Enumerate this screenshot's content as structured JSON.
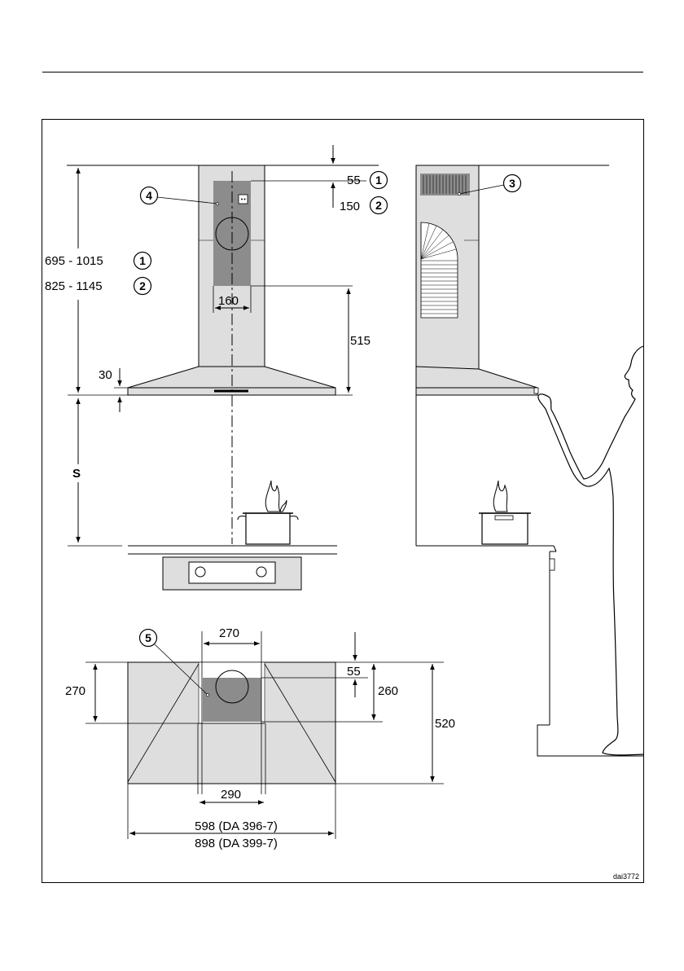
{
  "front_view": {
    "height_range_1": "695 - 1015",
    "height_range_2": "825 - 1145",
    "width_160": "160",
    "height_515": "515",
    "thickness_30": "30",
    "offset_55": "55",
    "offset_150": "150",
    "safety_distance": "S"
  },
  "side_view": {},
  "bottom_view": {
    "width_270_top": "270",
    "depth_270_left": "270",
    "offset_55": "55",
    "depth_260": "260",
    "depth_520": "520",
    "width_290": "290",
    "width_598": "598 (DA 396-7)",
    "width_898": "898 (DA 399-7)"
  },
  "callouts": [
    "1",
    "2",
    "3",
    "4",
    "5"
  ],
  "figure_code": "dai3772",
  "colors": {
    "fill_gray": "#dedede",
    "dark_gray": "#8c8c8c",
    "line": "#000000"
  }
}
